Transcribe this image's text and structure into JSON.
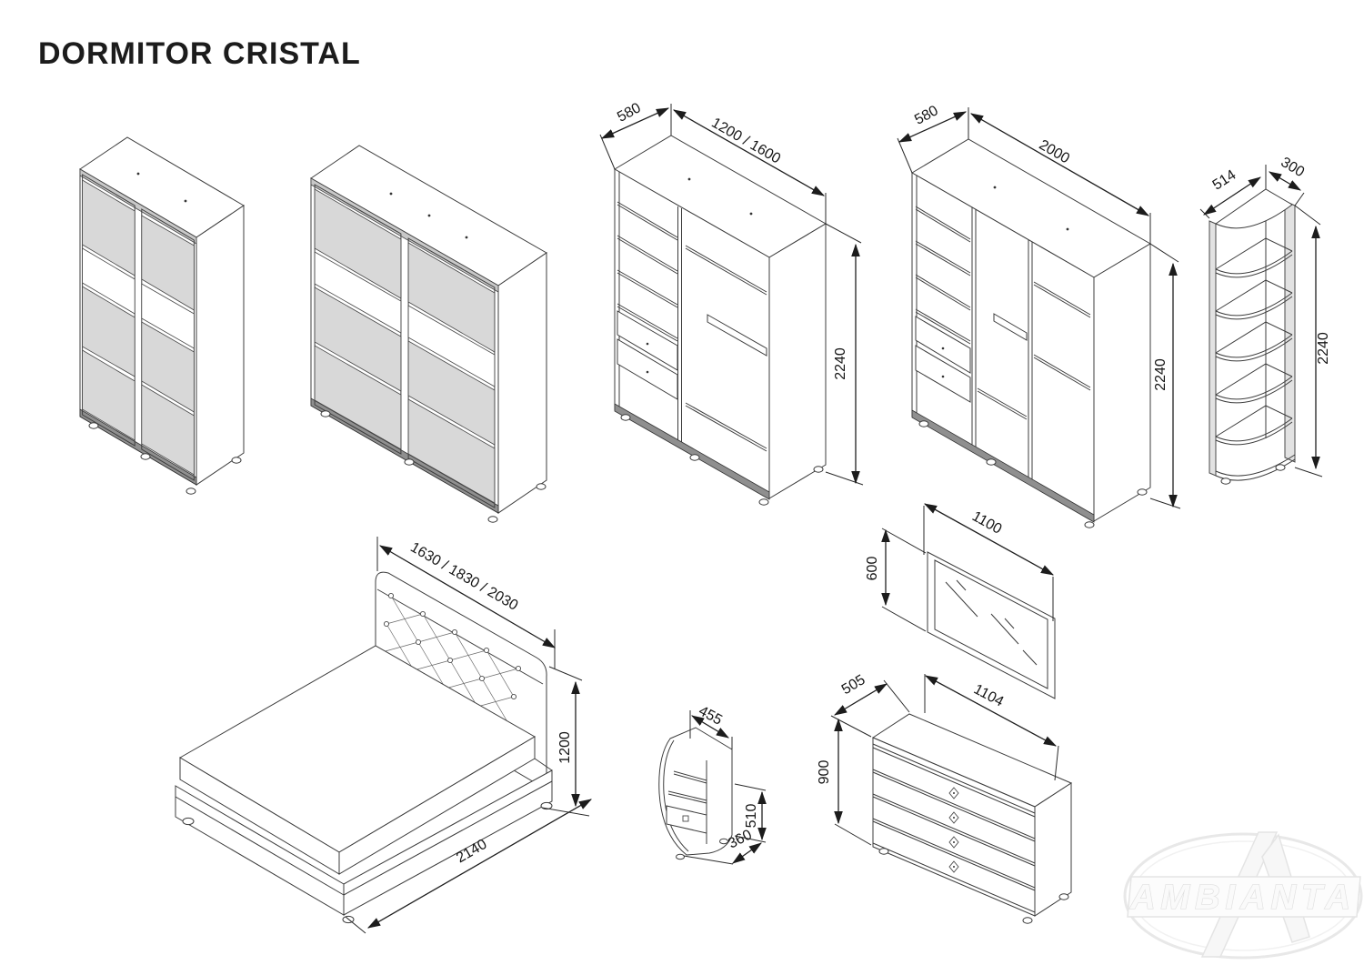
{
  "title": "DORMITOR CRISTAL",
  "watermark": {
    "brand": "AMBIANTA"
  },
  "dims": {
    "wardrobe_open_small": {
      "depth": "580",
      "width": "1200 / 1600",
      "height": "2240"
    },
    "wardrobe_open_large": {
      "depth": "580",
      "width": "2000",
      "height": "2240"
    },
    "corner_shelf": {
      "width": "514",
      "depth": "300",
      "height": "2240"
    },
    "bed": {
      "headboard_width": "1630 / 1830 / 2030",
      "headboard_height": "1200",
      "length": "2140"
    },
    "mirror": {
      "width": "1100",
      "height": "600"
    },
    "nightstand": {
      "width": "455",
      "height": "510",
      "depth": "360"
    },
    "dresser": {
      "depth": "505",
      "width": "1104",
      "height": "900"
    }
  }
}
